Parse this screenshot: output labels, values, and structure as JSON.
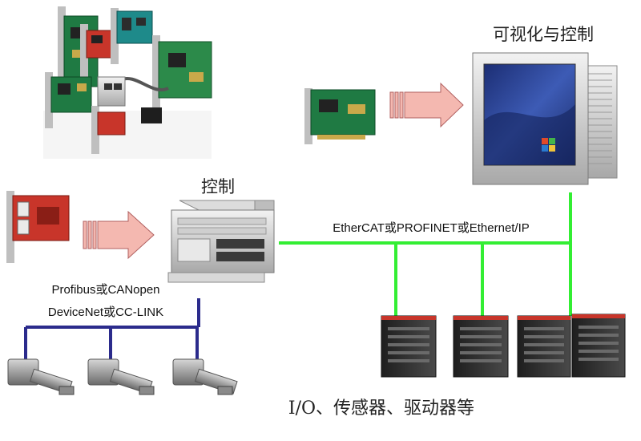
{
  "labels": {
    "visualization": "可视化与控制",
    "control": "控制",
    "ethernet_bus": "EtherCAT或PROFINET或Ethernet/IP",
    "fieldbus_line1": "Profibus或CANopen",
    "fieldbus_line2": "DeviceNet或CC-LINK",
    "io_devices": "I/O、传感器、驱动器等"
  },
  "colors": {
    "ethernet_line": "#33ee33",
    "fieldbus_line": "#2b2b8c",
    "arrow_fill": "#f4b8b0",
    "arrow_stroke": "#b06060",
    "pcb_green": "#1f7a43",
    "io_module": "#2e2e2e",
    "io_stripe": "#c8352a",
    "monitor_screen": "#2a3f8f"
  }
}
